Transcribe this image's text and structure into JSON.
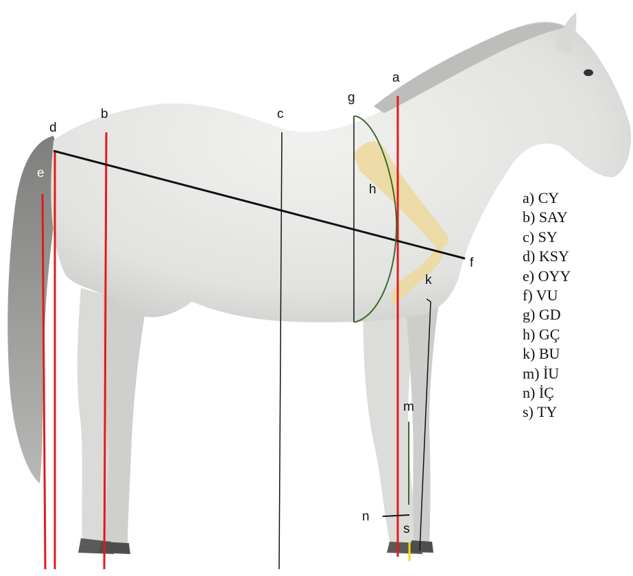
{
  "colors": {
    "red_line": "#e3191c",
    "black_line": "#111111",
    "green_line": "#3a6b2a",
    "yellow_line": "#f2e000",
    "bone": "#ecd9a0",
    "horse_body": "#e7e7e5",
    "tail": "#8a8a88"
  },
  "points": {
    "a": "a",
    "b": "b",
    "c": "c",
    "d": "d",
    "e": "e",
    "f": "f",
    "g": "g",
    "h": "h",
    "k": "k",
    "m": "m",
    "n": "n",
    "s": "s"
  },
  "legend": [
    "a) CY",
    "b) SAY",
    "c) SY",
    "d) KSY",
    "e) OYY",
    "f) VU",
    "g) GD",
    "h) GÇ",
    "k) BU",
    "m) İU",
    "n) İÇ",
    "s) TY"
  ]
}
